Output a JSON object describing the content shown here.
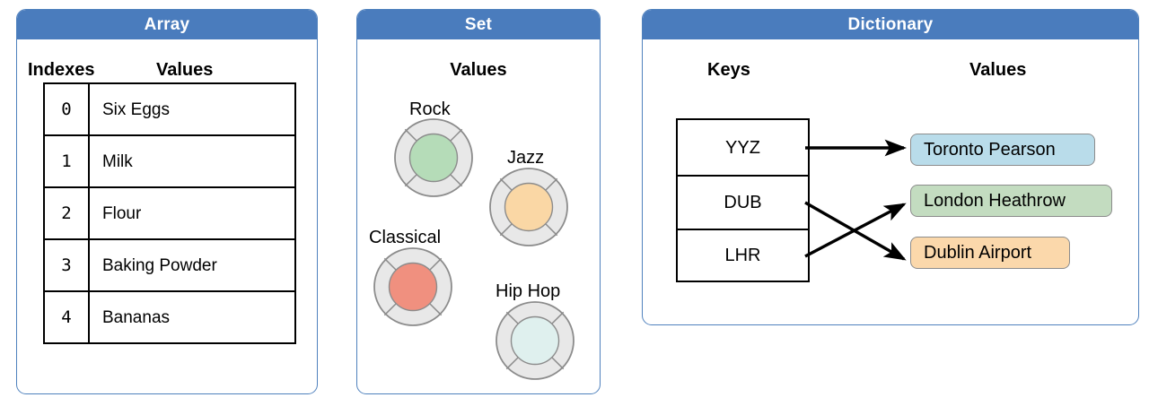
{
  "colors": {
    "panel_header_blue": "#4a7cbd",
    "panel_border_blue": "#4f81bd",
    "wheel_ring_fill": "#e8e8e8",
    "wheel_ring_stroke": "#8c8c8c",
    "rock_fill": "#b5dcb8",
    "jazz_fill": "#fad7a5",
    "classical_fill": "#f0907f",
    "hiphop_fill": "#dff0ee",
    "pill_toronto": "#b9dcea",
    "pill_london": "#c3dcc0",
    "pill_dublin": "#fbd8ab",
    "pill_border": "#8c8c8c",
    "table_border": "#000000",
    "arrow_color": "#000000"
  },
  "panels": [
    {
      "id": "array",
      "title": "Array"
    },
    {
      "id": "set",
      "title": "Set"
    },
    {
      "id": "dictionary",
      "title": "Dictionary"
    }
  ],
  "array_panel": {
    "title": "Array",
    "captions": {
      "indexes": "Indexes",
      "values": "Values"
    },
    "rows": [
      {
        "index": "0",
        "value": "Six Eggs"
      },
      {
        "index": "1",
        "value": "Milk"
      },
      {
        "index": "2",
        "value": "Flour"
      },
      {
        "index": "3",
        "value": "Baking Powder"
      },
      {
        "index": "4",
        "value": "Bananas"
      }
    ]
  },
  "set_panel": {
    "title": "Set",
    "caption": "Values",
    "items": [
      {
        "label": "Rock",
        "icon": "clickwheel-icon",
        "fill": "#b5dcb8"
      },
      {
        "label": "Jazz",
        "icon": "clickwheel-icon",
        "fill": "#fad7a5"
      },
      {
        "label": "Classical",
        "icon": "clickwheel-icon",
        "fill": "#f0907f"
      },
      {
        "label": "Hip Hop",
        "icon": "clickwheel-icon",
        "fill": "#dff0ee"
      }
    ]
  },
  "dictionary_panel": {
    "title": "Dictionary",
    "captions": {
      "keys": "Keys",
      "values": "Values"
    },
    "keys": [
      "YYZ",
      "DUB",
      "LHR"
    ],
    "values": [
      {
        "label": "Toronto Pearson",
        "fill": "#b9dcea"
      },
      {
        "label": "London Heathrow",
        "fill": "#c3dcc0"
      },
      {
        "label": "Dublin Airport",
        "fill": "#fbd8ab"
      }
    ],
    "mappings": [
      {
        "from": "YYZ",
        "to": "Toronto Pearson"
      },
      {
        "from": "DUB",
        "to": "Dublin Airport"
      },
      {
        "from": "LHR",
        "to": "London Heathrow"
      }
    ]
  }
}
